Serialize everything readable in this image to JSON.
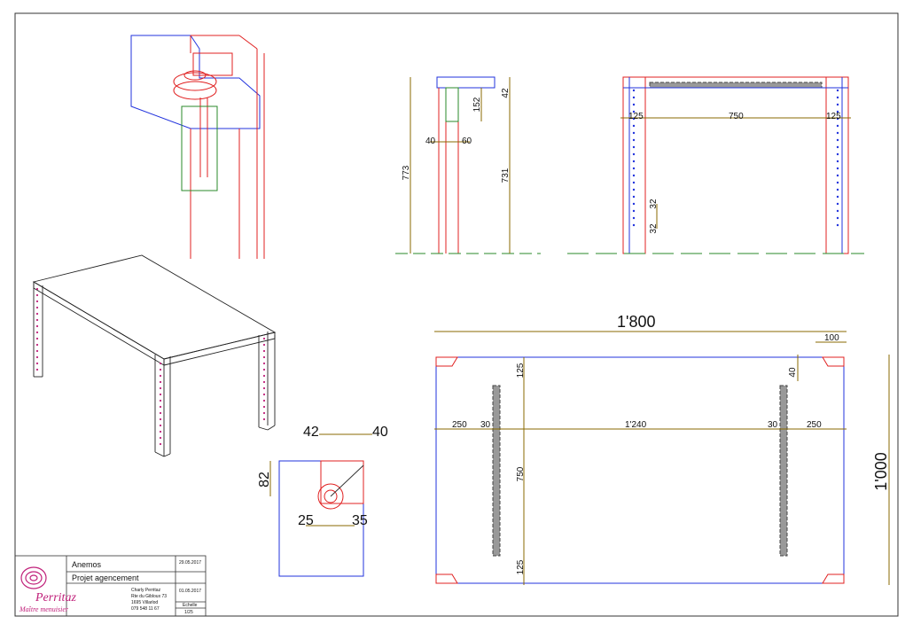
{
  "title_block": {
    "client": "Anemos",
    "project": "Projet agencement",
    "date1": "29.05.2017",
    "date2": "01.05.2017",
    "author_name": "Charly Perritaz",
    "author_street": "Rte du Gibloux 73",
    "author_city": "1695 Villarlod",
    "author_phone": "079 548 11 67",
    "scale_label": "Echelle",
    "scale_value": "1/25",
    "logo_name": "Perritaz",
    "logo_tagline": "Maître menuisier"
  },
  "dimensions": {
    "side_height_total": "773",
    "side_height_leg": "731",
    "side_top": "42",
    "side_apron": "152",
    "side_40": "40",
    "side_60": "60",
    "front_125_left": "125",
    "front_750": "750",
    "front_125_right": "125",
    "front_32a": "32",
    "front_32b": "32",
    "detail_42": "42",
    "detail_40": "40",
    "detail_82": "82",
    "detail_25": "25",
    "detail_35": "35",
    "plan_1800": "1'800",
    "plan_100": "100",
    "plan_1000": "1'000",
    "plan_125_top": "125",
    "plan_40": "40",
    "plan_250_left": "250",
    "plan_30_left": "30",
    "plan_1240": "1'240",
    "plan_30_right": "30",
    "plan_250_right": "250",
    "plan_750": "750",
    "plan_125_bottom": "125"
  },
  "colors": {
    "frame": "#333333",
    "blue": "#2233dd",
    "red": "#e02020",
    "green": "#2a8a2a",
    "dim": "#8a6a00",
    "magenta": "#c0207a"
  }
}
